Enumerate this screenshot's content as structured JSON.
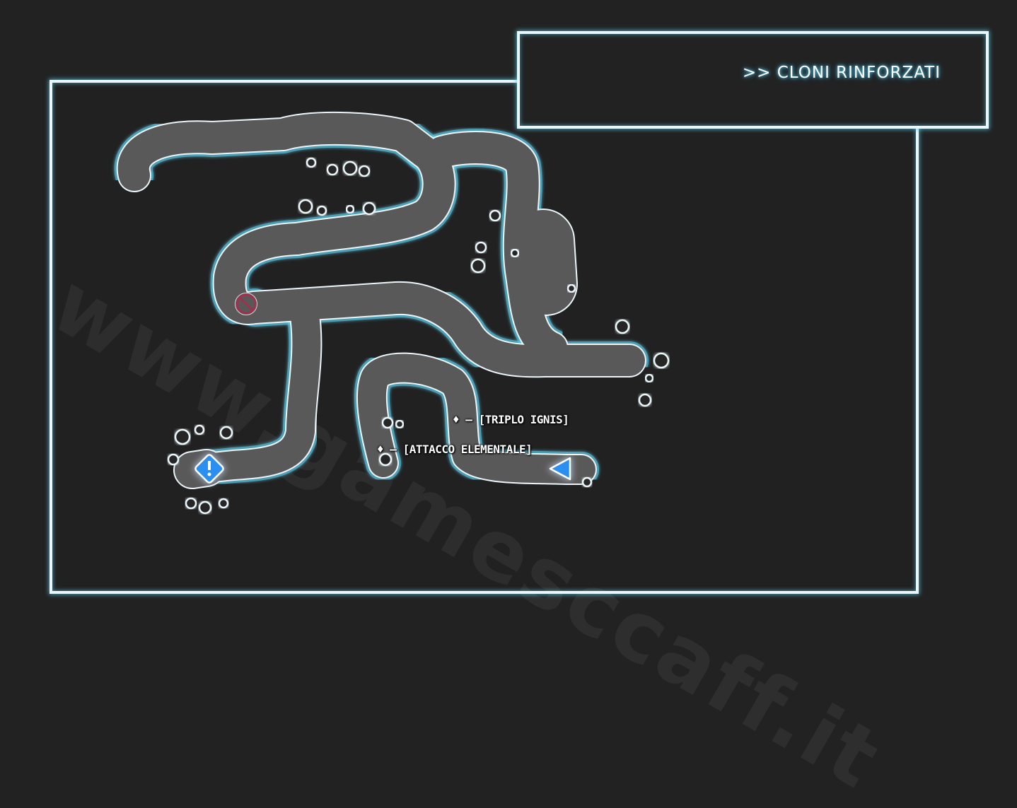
{
  "title": ">> CLONI RINFORZATI",
  "watermark": "www.gamesccaff.it",
  "labels": [
    {
      "marker": "♦",
      "separator": "–",
      "text": "[TRIPLO IGNIS]"
    },
    {
      "marker": "♦",
      "separator": "–",
      "text": "[ATTACCO ELEMENTALE]"
    }
  ],
  "colors": {
    "background": "#222222",
    "floor": "#595959",
    "outline": "#eaf6fa",
    "glow": "#5cc8e6",
    "marker_blue": "#2a8ff0",
    "blocked": "#a0304f"
  },
  "icons": {
    "start": "exclamation-diamond-icon",
    "exit": "triangle-arrow-icon",
    "blocked": "no-entry-icon"
  }
}
